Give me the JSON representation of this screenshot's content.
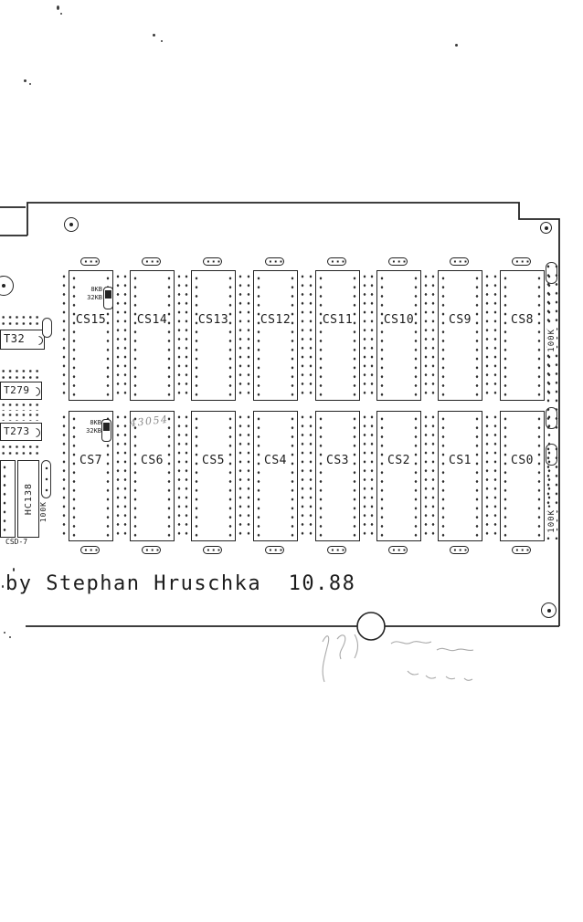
{
  "board": {
    "credit": "by Stephan Hruschka  10.88",
    "sockets": [
      {
        "label": "CS15"
      },
      {
        "label": "CS14"
      },
      {
        "label": "CS13"
      },
      {
        "label": "CS12"
      },
      {
        "label": "CS11"
      },
      {
        "label": "CS10"
      },
      {
        "label": "CS9"
      },
      {
        "label": "CS8"
      },
      {
        "label": "CS7"
      },
      {
        "label": "CS6"
      },
      {
        "label": "CS5"
      },
      {
        "label": "CS4"
      },
      {
        "label": "CS3"
      },
      {
        "label": "CS2"
      },
      {
        "label": "CS1"
      },
      {
        "label": "CS0"
      }
    ],
    "left": {
      "ic_t32": "T32",
      "ic_t279": "T279",
      "ic_t273": "T273",
      "ic_hc138": "HC138",
      "label_csd7": "CSD-7",
      "resistor": "100K"
    },
    "right": {
      "resistor_top": "100K",
      "resistor_bottom": "100K"
    },
    "jumper_top": {
      "line1": "8KB",
      "line2": "32KB"
    },
    "jumper_bottom": {
      "line1": "8KB",
      "line2": "32KB"
    },
    "handwriting": {
      "note": "43054"
    },
    "colors": {
      "ink": "#222222",
      "pencil": "#999999",
      "background": "#ffffff"
    }
  }
}
